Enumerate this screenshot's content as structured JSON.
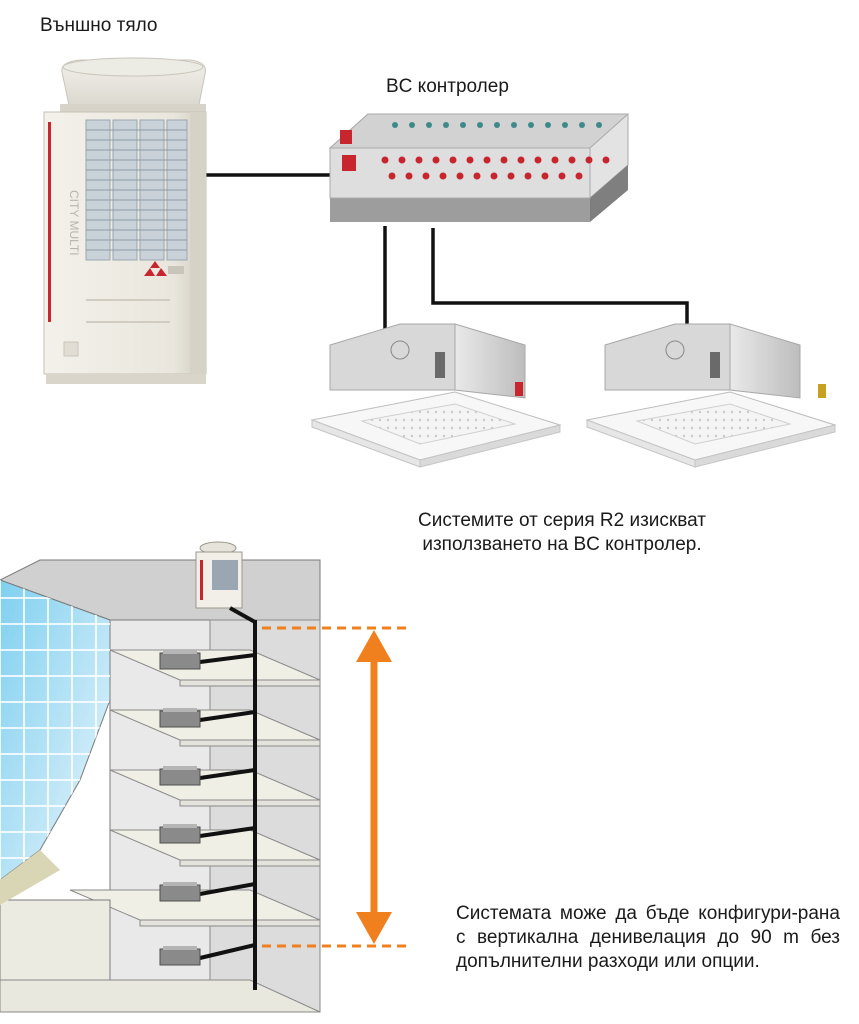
{
  "labels": {
    "outdoor_unit": "Външно тяло",
    "bc_controller": "BC контролер"
  },
  "captions": {
    "r2_requirement_line1": "Системите от серия R2 изискват",
    "r2_requirement_line2": "използването на BC контролер.",
    "vertical_difference": "Системата може да бъде конфигури-рана с вертикална денивелация до 90 m без допълнителни разходи или опции."
  },
  "colors": {
    "arrow": "#f0801e",
    "pipe": "#111111",
    "valve_red": "#c8262e"
  },
  "icons": {
    "outdoor": "outdoor-unit-icon",
    "controller": "bc-controller-icon",
    "cassette": "cassette-unit-icon",
    "building": "building-icon"
  }
}
